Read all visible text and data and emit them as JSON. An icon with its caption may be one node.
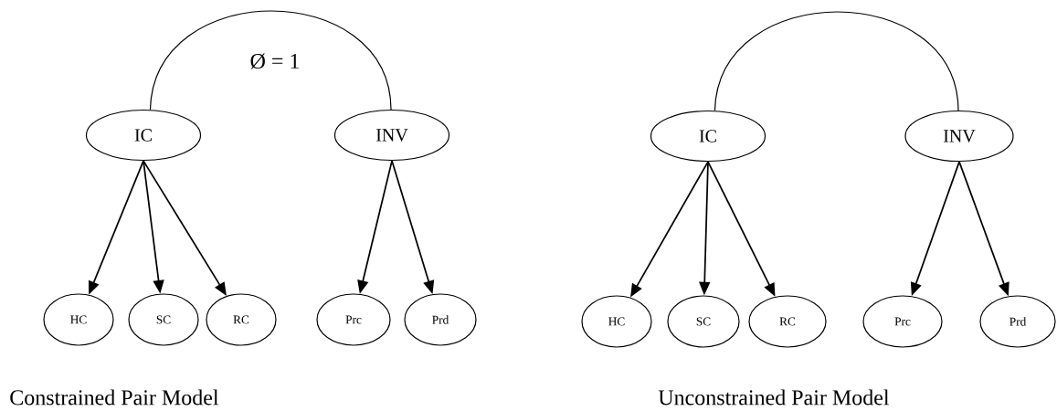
{
  "diagram": {
    "nodes": [
      {
        "text": [
          "IC"
        ]
      },
      {
        "text": [
          "INV"
        ]
      },
      {
        "text": [
          "HC"
        ]
      },
      {
        "text": [
          "SC"
        ]
      },
      {
        "text": [
          "RC"
        ]
      },
      {
        "text": [
          "Prc"
        ]
      },
      {
        "text": [
          "Prd"
        ]
      },
      {
        "text": [
          "IC"
        ]
      },
      {
        "text": [
          "INV"
        ]
      },
      {
        "text": [
          "HC"
        ]
      },
      {
        "text": [
          "SC"
        ]
      },
      {
        "text": [
          "RC"
        ]
      },
      {
        "text": [
          "Prc"
        ]
      },
      {
        "text": [
          "Prd"
        ]
      }
    ],
    "edges": [
      {
        "from": 0,
        "to": 1,
        "arrow": "none",
        "label": "Ø = 1"
      },
      {
        "from": 0,
        "to": 2,
        "arrow": "to"
      },
      {
        "from": 0,
        "to": 3,
        "arrow": "to"
      },
      {
        "from": 0,
        "to": 4,
        "arrow": "to"
      },
      {
        "from": 1,
        "to": 5,
        "arrow": "to"
      },
      {
        "from": 1,
        "to": 6,
        "arrow": "to"
      },
      {
        "from": 7,
        "to": 8,
        "arrow": "none"
      },
      {
        "from": 7,
        "to": 9,
        "arrow": "to"
      },
      {
        "from": 7,
        "to": 10,
        "arrow": "to"
      },
      {
        "from": 7,
        "to": 11,
        "arrow": "to"
      },
      {
        "from": 8,
        "to": 12,
        "arrow": "to"
      },
      {
        "from": 8,
        "to": 13,
        "arrow": "to"
      }
    ],
    "labels": [
      "Constrained Pair Model",
      "Unconstrained Pair Model"
    ]
  }
}
